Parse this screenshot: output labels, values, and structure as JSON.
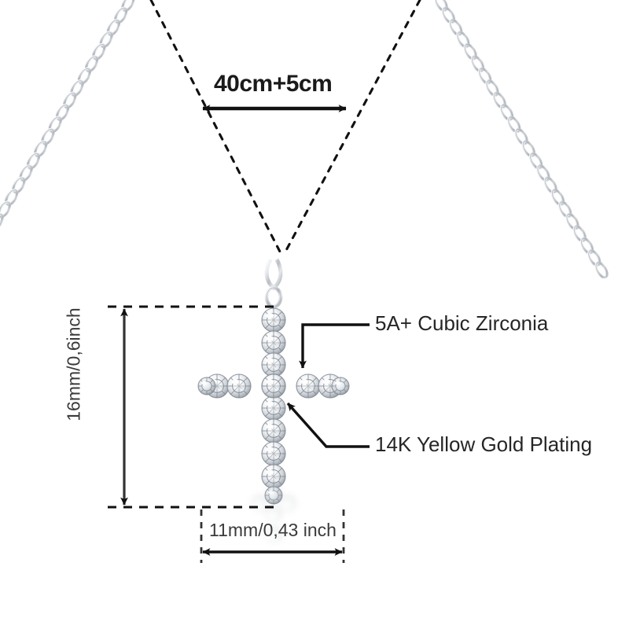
{
  "diagram": {
    "title": "Cross pendant necklace dimension diagram",
    "product": "cubic zirconia cross pendant necklace",
    "background_color": "#ffffff",
    "line_color": "#111111",
    "metal_color": "#c9ccd1",
    "stone_color": "#f2f4f6"
  },
  "annotations": {
    "chain_length": {
      "text": "40cm+5cm",
      "kind": "dimension",
      "orientation": "horizontal",
      "measures": "chain length plus extender"
    },
    "pendant_height": {
      "text": "16mm/0,6inch",
      "kind": "dimension",
      "orientation": "vertical",
      "measures": "pendant height"
    },
    "pendant_width": {
      "text": "11mm/0,43 inch",
      "kind": "dimension",
      "orientation": "horizontal",
      "measures": "pendant width"
    },
    "stone_callout": {
      "text": "5A+ Cubic Zirconia",
      "kind": "callout",
      "points_at": "cross arm stones"
    },
    "plating_callout": {
      "text": "14K Yellow Gold Plating",
      "kind": "callout",
      "points_at": "cross center setting"
    }
  },
  "icons": {
    "arrow_double": "double-headed-arrow",
    "arrow_single": "single-headed-arrow",
    "dashed_guide": "dashed-extension-line"
  }
}
